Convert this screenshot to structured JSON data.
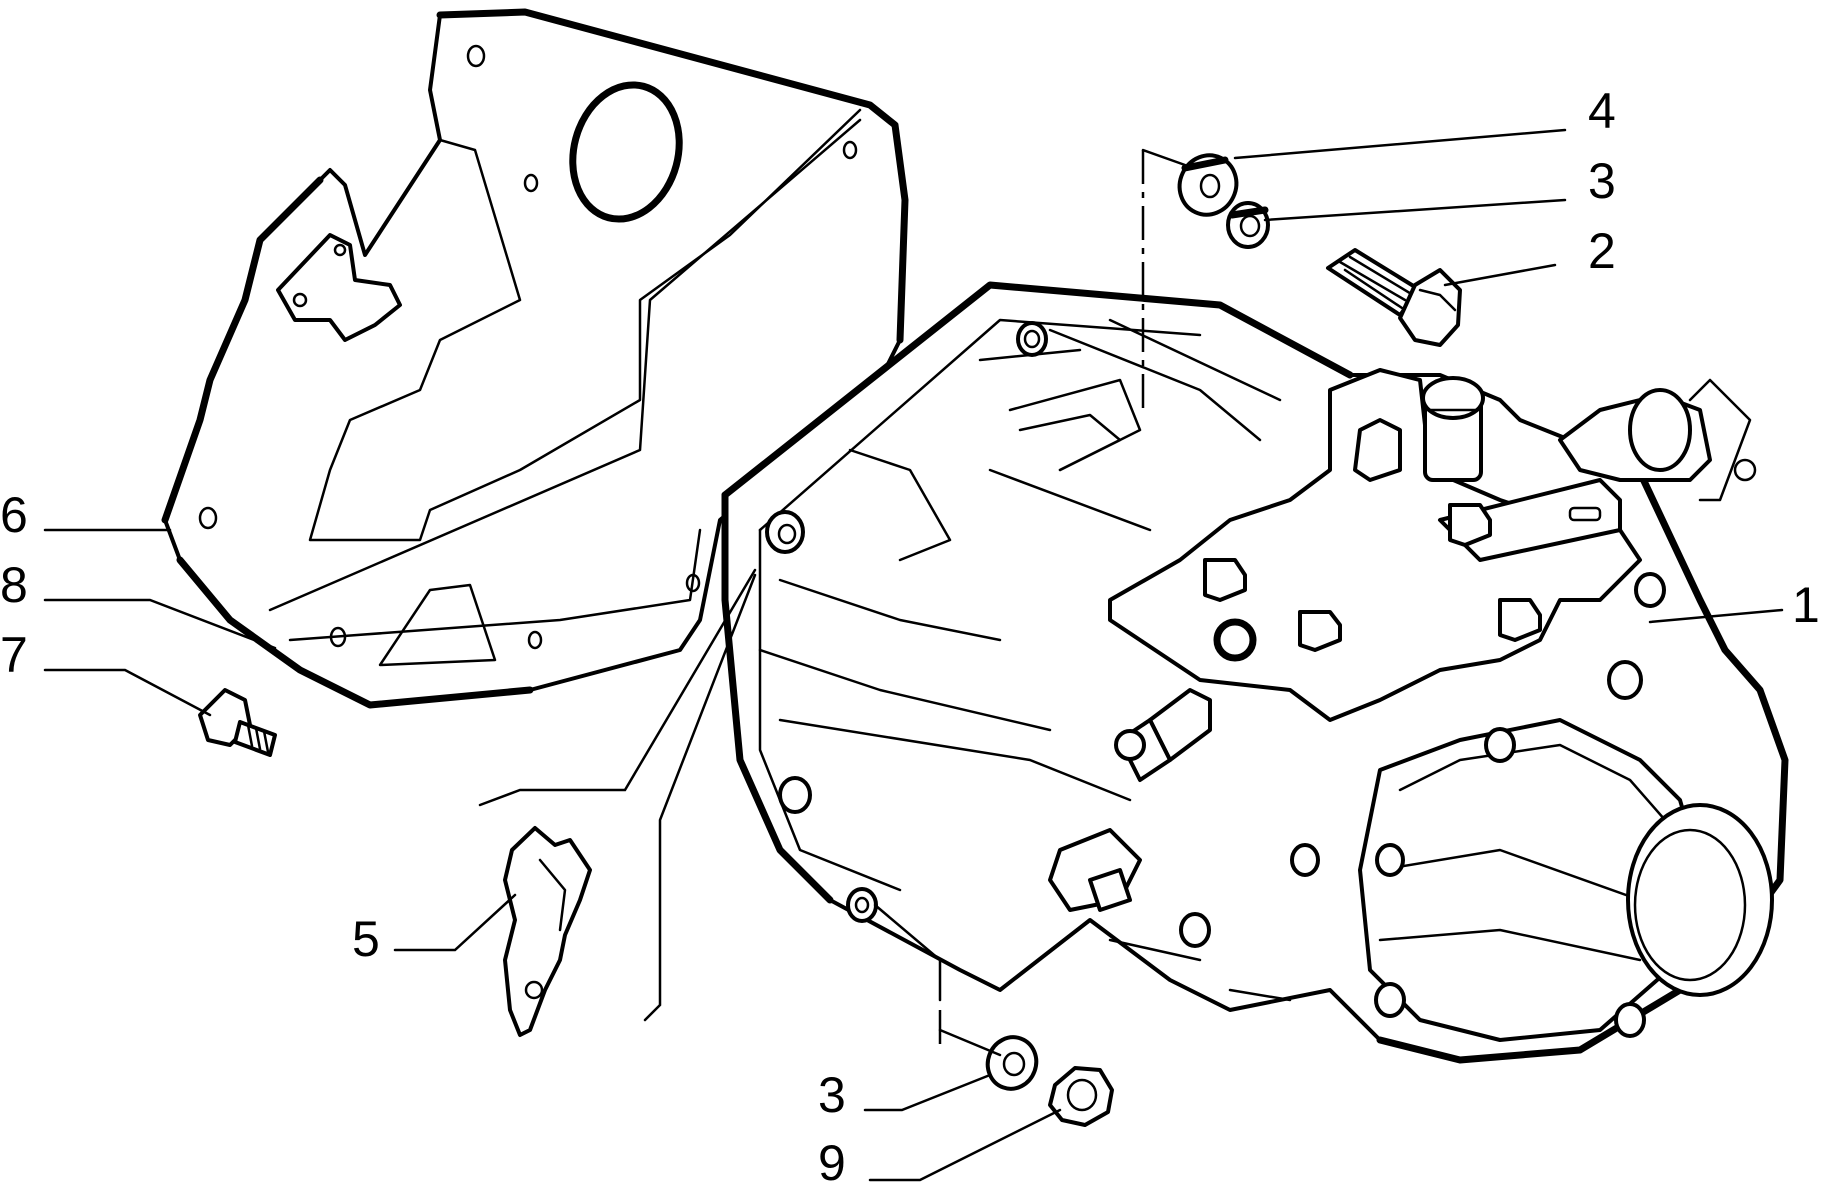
{
  "callouts": [
    {
      "id": "1",
      "label": "1"
    },
    {
      "id": "2",
      "label": "2"
    },
    {
      "id": "3a",
      "label": "3"
    },
    {
      "id": "3b",
      "label": "3"
    },
    {
      "id": "4",
      "label": "4"
    },
    {
      "id": "5",
      "label": "5"
    },
    {
      "id": "6",
      "label": "6"
    },
    {
      "id": "7",
      "label": "7"
    },
    {
      "id": "8",
      "label": "8"
    },
    {
      "id": "9",
      "label": "9"
    }
  ],
  "colors": {
    "line": "#000000",
    "background": "#ffffff"
  }
}
